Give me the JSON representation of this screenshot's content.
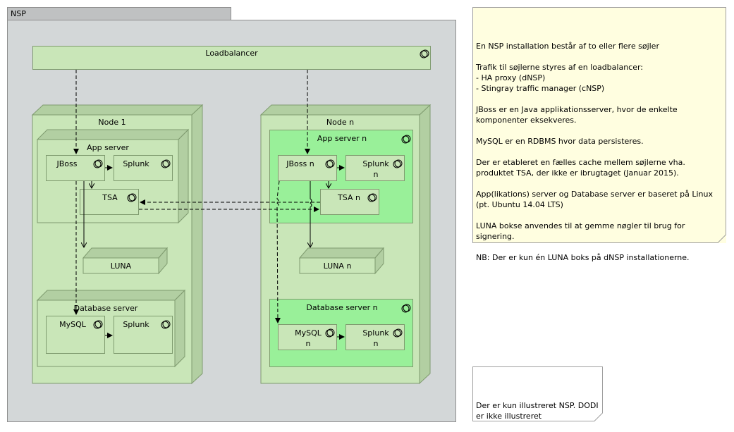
{
  "frame": {
    "title": "NSP"
  },
  "loadbalancer": {
    "label": "Loadbalancer"
  },
  "node1": {
    "label": "Node 1",
    "app_server": {
      "label": "App server",
      "jboss": "JBoss",
      "splunk": "Splunk",
      "tsa": "TSA"
    },
    "luna": "LUNA",
    "db_server": {
      "label": "Database server",
      "mysql": "MySQL",
      "splunk": "Splunk"
    }
  },
  "noden": {
    "label": "Node n",
    "app_server": {
      "label": "App server n",
      "jboss": "JBoss n",
      "splunk_l1": "Splunk",
      "splunk_l2": "n",
      "tsa": "TSA n"
    },
    "luna": "LUNA n",
    "db_server": {
      "label": "Database server n",
      "mysql_l1": "MySQL",
      "mysql_l2": "n",
      "splunk_l1": "Splunk",
      "splunk_l2": "n"
    }
  },
  "notes": {
    "main": "En NSP installation består af to eller flere søjler\n\nTrafik til søjlerne styres af en loadbalancer:\n- HA proxy (dNSP)\n- Stingray traffic manager (cNSP)\n\nJBoss er en Java applikationsserver, hvor de enkelte komponenter eksekveres.\n\nMySQL er en RDBMS hvor data persisteres.\n\nDer er etableret en fælles cache mellem søjlerne vha. produktet TSA, der ikke er ibrugtaget (Januar 2015).\n\nApp(likations) server og Database server er baseret på Linux (pt. Ubuntu 14.04 LTS)\n\nLUNA bokse anvendes til at gemme nøgler til brug for signering.\n\nNB: Der er kun én LUNA boks på dNSP installationerne.",
    "secondary": "Der er kun illustreret NSP. DODI er ikke illustreret"
  }
}
